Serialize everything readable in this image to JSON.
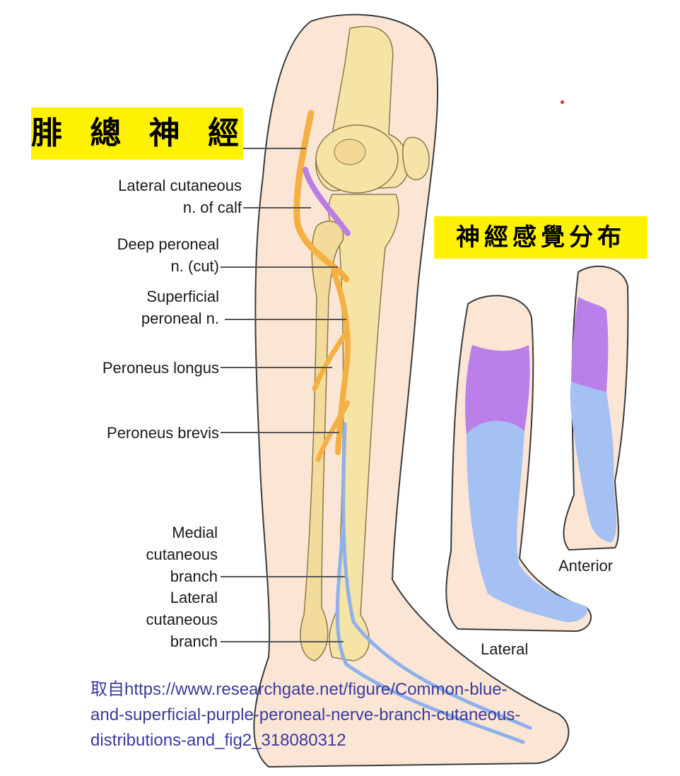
{
  "title": "腓 總 神 經",
  "sensory_title": "神經感覺分布",
  "labels": {
    "lateral_cutaneous_calf_1": "Lateral cutaneous",
    "lateral_cutaneous_calf_2": "n. of calf",
    "deep_peroneal_1": "Deep peroneal",
    "deep_peroneal_2": "n. (cut)",
    "superficial_peroneal_1": "Superficial",
    "superficial_peroneal_2": "peroneal n.",
    "peroneus_longus": "Peroneus longus",
    "peroneus_brevis": "Peroneus brevis",
    "medial_branch_1": "Medial",
    "medial_branch_2": "cutaneous",
    "medial_branch_3": "branch",
    "lateral_branch_1": "Lateral",
    "lateral_branch_2": "cutaneous",
    "lateral_branch_3": "branch"
  },
  "views": {
    "anterior": "Anterior",
    "lateral": "Lateral"
  },
  "source": {
    "line1": "取自https://www.researchgate.net/figure/Common-blue-",
    "line2": "and-superficial-purple-peroneal-nerve-branch-cutaneous-",
    "line3": "distributions-and_fig2_318080312"
  },
  "colors": {
    "skin": "#fbe6d6",
    "skin_outline": "#3a3a3a",
    "bone": "#f6e3a6",
    "bone_shade": "#ecd38a",
    "nerve_orange": "#f5b043",
    "nerve_purple": "#b97ee6",
    "nerve_blue": "#8fb0ea",
    "region_purple": "#bb7fe9",
    "region_blue": "#a5c0f2",
    "highlight": "#fff200",
    "source_text": "#3b3a9a"
  }
}
